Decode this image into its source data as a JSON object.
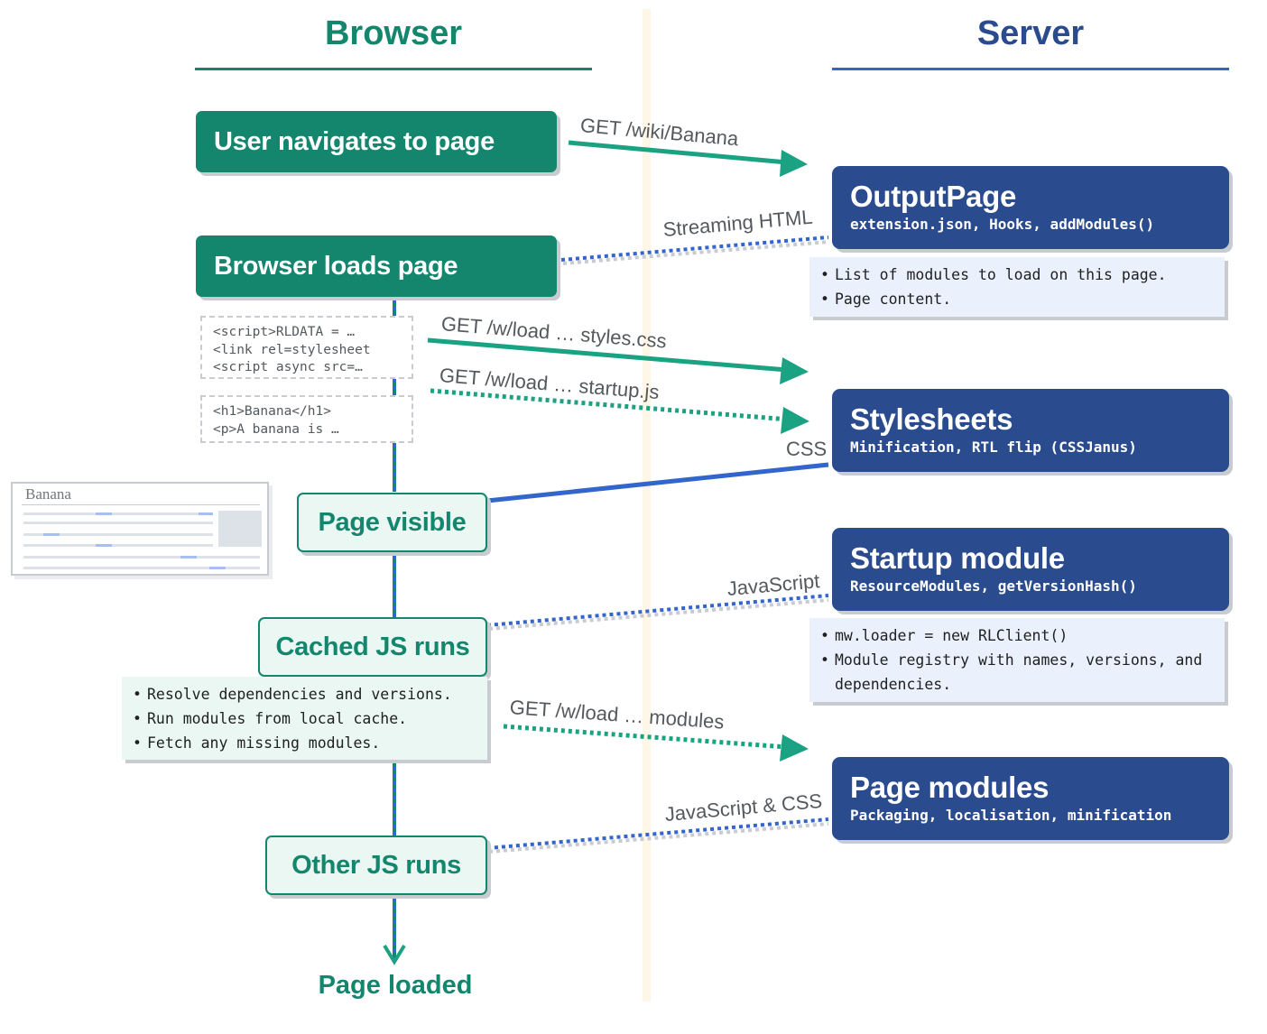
{
  "columns": {
    "browser": "Browser",
    "server": "Server"
  },
  "browser_steps": {
    "navigate": "User navigates to page",
    "loads": "Browser loads page",
    "visible": "Page visible",
    "cached_js": "Cached JS runs",
    "other_js": "Other JS runs",
    "loaded": "Page loaded"
  },
  "server_boxes": {
    "output_page": {
      "title": "OutputPage",
      "subtitle": "extension.json, Hooks, addModules()"
    },
    "stylesheets": {
      "title": "Stylesheets",
      "subtitle": "Minification, RTL flip (CSSJanus)"
    },
    "startup": {
      "title": "Startup module",
      "subtitle": "ResourceModules, getVersionHash()"
    },
    "page_modules": {
      "title": "Page modules",
      "subtitle": "Packaging, localisation, minification"
    }
  },
  "notes": {
    "output_page": [
      "List of modules to load on this page.",
      "Page content."
    ],
    "startup": [
      "mw.loader = new RLClient()",
      "Module registry with names, versions, and dependencies."
    ],
    "cached_js": [
      "Resolve dependencies and versions.",
      "Run modules from local cache.",
      "Fetch any missing modules."
    ]
  },
  "code_snippets": {
    "head": [
      "<script>RLDATA = …",
      "<link rel=stylesheet",
      "<script async src=…"
    ],
    "body": [
      "<h1>Banana</h1>",
      "<p>A banana is …"
    ]
  },
  "arrow_labels": {
    "get_page": "GET /wiki/Banana",
    "streaming": "Streaming HTML",
    "get_styles": "GET /w/load … styles.css",
    "get_startup": "GET /w/load … startup.js",
    "css": "CSS",
    "javascript": "JavaScript",
    "get_modules": "GET /w/load … modules",
    "js_css": "JavaScript & CSS"
  },
  "thumbnail": {
    "title": "Banana"
  },
  "colors": {
    "green": "#14866d",
    "green_arrow": "#1aa283",
    "blue": "#2a4b8d",
    "blue_line": "#3366cc",
    "note_blue": "#eaf0fc",
    "note_green": "#eaf7f3"
  }
}
